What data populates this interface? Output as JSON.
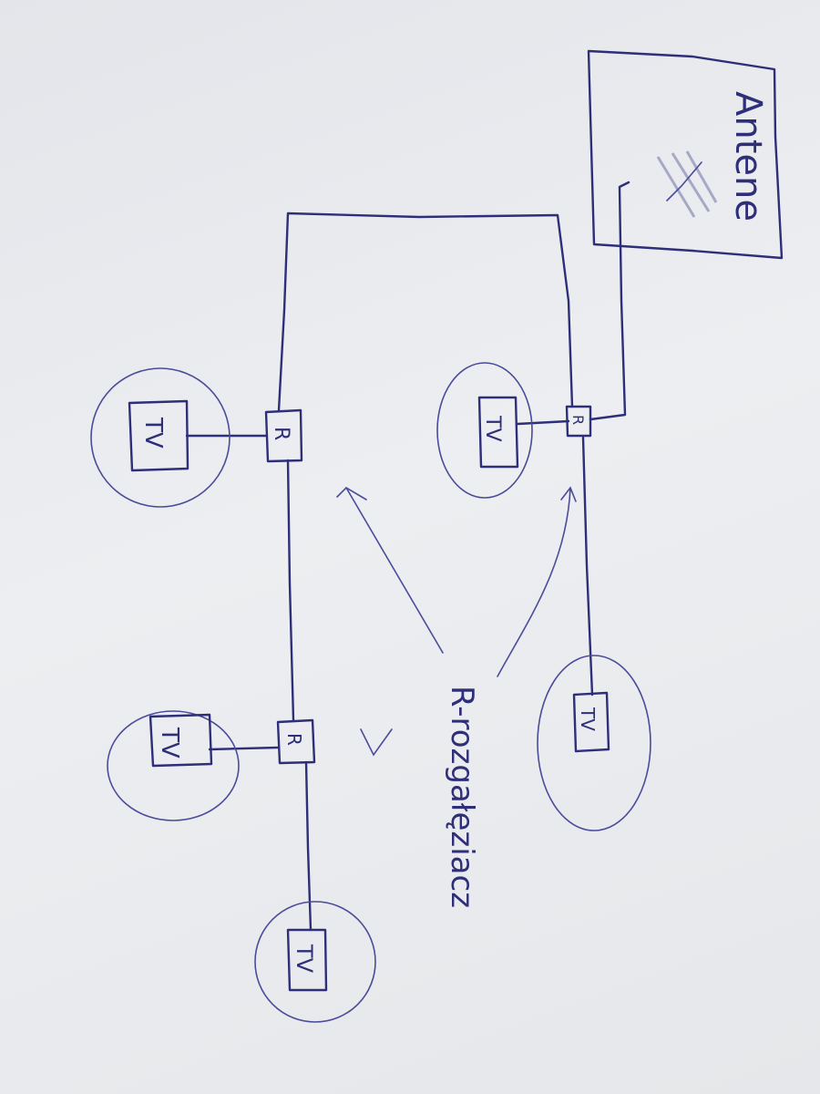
{
  "antenna": {
    "label": "Antene"
  },
  "splitter_label": "R",
  "tv_label": "TV",
  "legend": {
    "text": "R-rozgałęziacz"
  },
  "colors": {
    "ink": "#2e2f78",
    "paper": "#e8e9ed"
  }
}
